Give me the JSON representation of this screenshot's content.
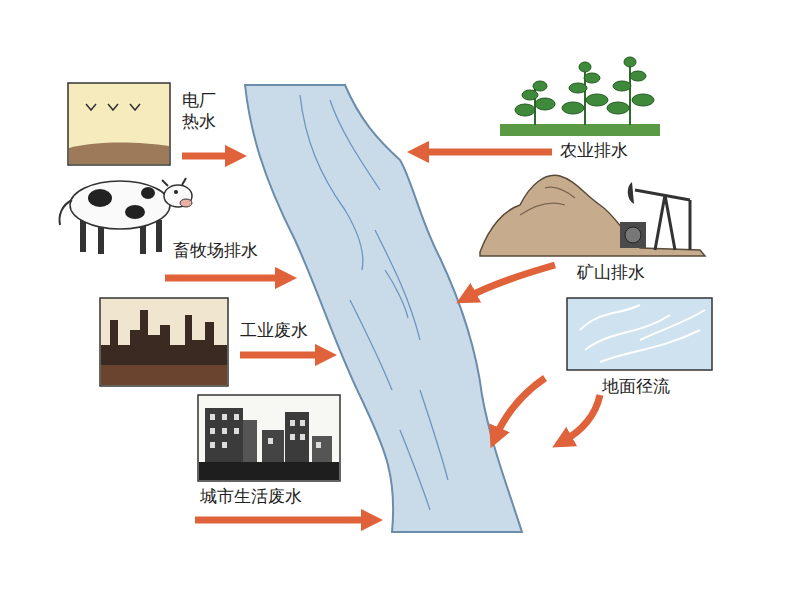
{
  "diagram": {
    "labels": [
      "电厂热水",
      "农业排水",
      "畜牧场排水",
      "矿山排水",
      "工业废水",
      "地面径流",
      "城市生活废水"
    ]
  }
}
